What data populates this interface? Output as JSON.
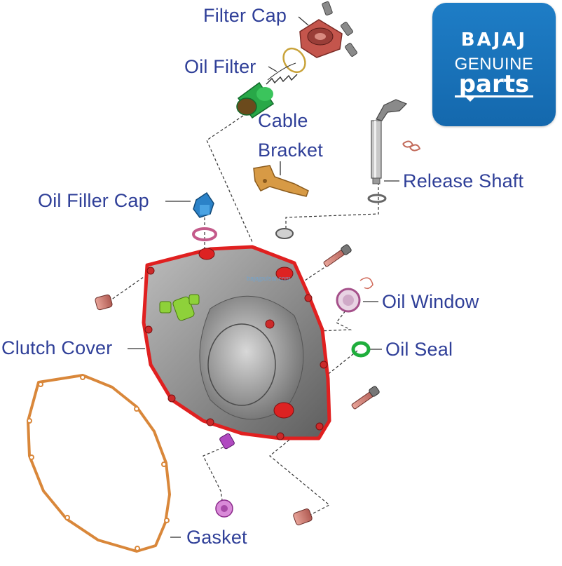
{
  "labels": {
    "filter_cap": "Filter Cap",
    "oil_filter": "Oil Filter",
    "cable_bracket_line1": "Cable",
    "cable_bracket_line2": "Bracket",
    "release_shaft": "Release Shaft",
    "oil_filler_cap": "Oil Filler Cap",
    "oil_window": "Oil Window",
    "clutch_cover": "Clutch Cover",
    "oil_seal": "Oil Seal",
    "gasket": "Gasket"
  },
  "logo": {
    "brand": "BAJAJ",
    "line1": "GENUINE",
    "line2": "parts"
  },
  "watermark": "bajajpulsar.com",
  "colors": {
    "label_text": "#2f3f98",
    "logo_bg": "#1a72b9",
    "cover_outline": "#e02020",
    "gasket": "#d9873a",
    "seal_green": "#1fae3c"
  }
}
